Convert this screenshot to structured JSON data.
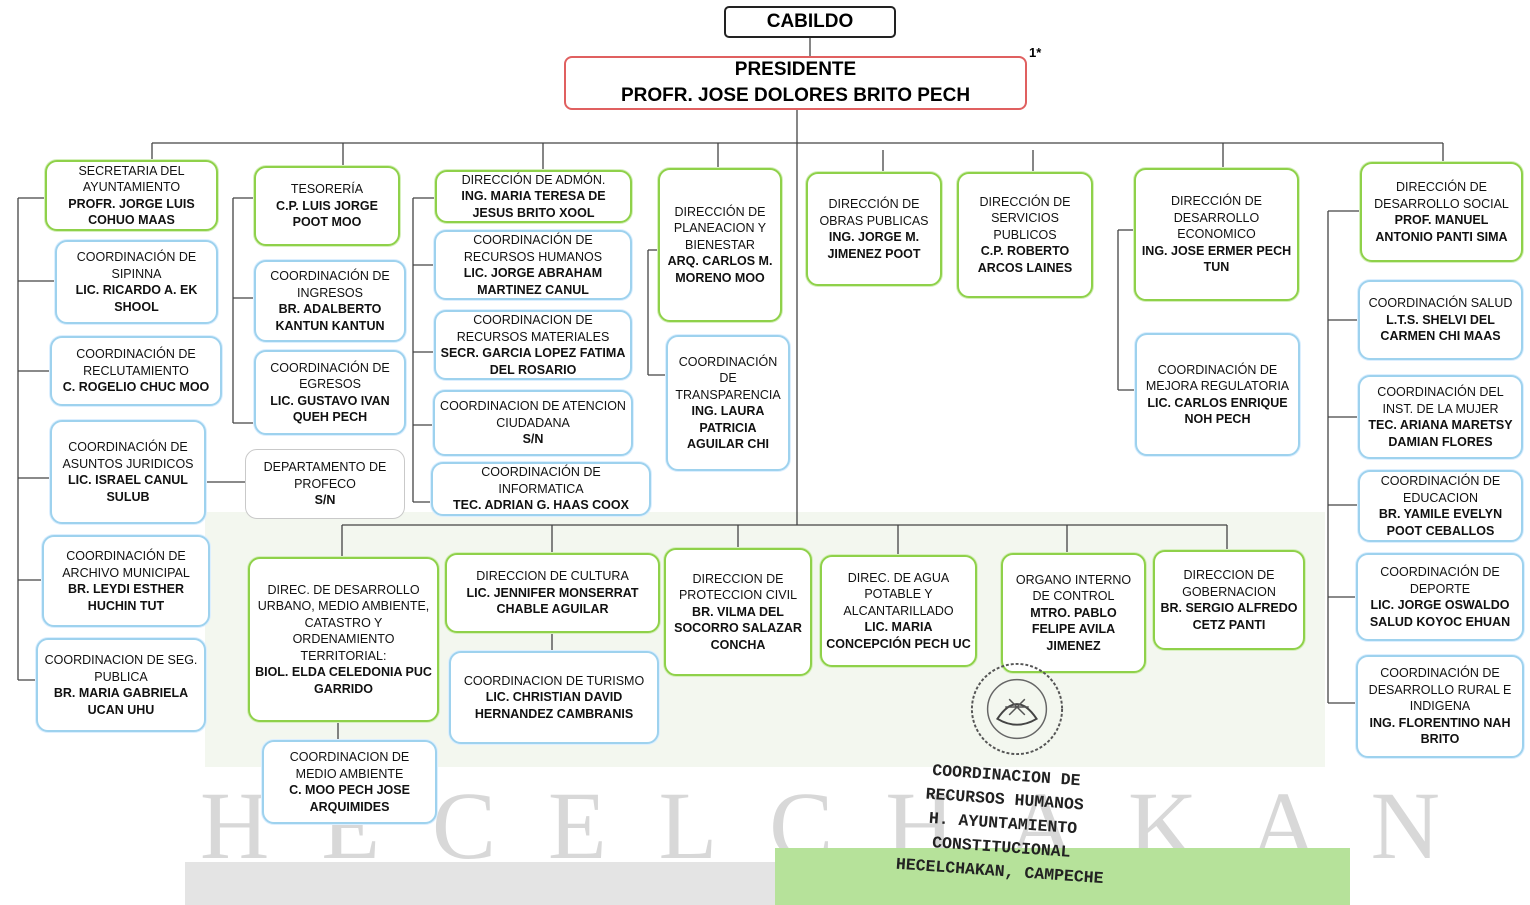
{
  "header": {
    "cabildo": "CABILDO",
    "president_title": "PRESIDENTE",
    "president_name": "PROFR. JOSE DOLORES BRITO PECH",
    "note": "1*"
  },
  "background_text": "HECELCHAKAN",
  "col1": [
    {
      "title": "SECRETARIA DEL AYUNTAMIENTO",
      "name": "PROFR. JORGE LUIS COHUO MAAS"
    },
    {
      "title": "COORDINACIÓN DE SIPINNA",
      "name": "LIC. RICARDO A. EK SHOOL"
    },
    {
      "title": "COORDINACIÓN DE RECLUTAMIENTO",
      "name": "C. ROGELIO CHUC MOO"
    },
    {
      "title": "COORDINACIÓN DE ASUNTOS JURIDICOS",
      "name": "LIC. ISRAEL CANUL SULUB"
    },
    {
      "title": "COORDINACIÓN DE ARCHIVO MUNICIPAL",
      "name": "BR. LEYDI ESTHER HUCHIN TUT"
    },
    {
      "title": "COORDINACION DE SEG. PUBLICA",
      "name": "BR. MARIA GABRIELA UCAN UHU"
    }
  ],
  "col2": [
    {
      "title": "TESORERÍA",
      "name": "C.P. LUIS JORGE POOT MOO"
    },
    {
      "title": "COORDINACIÓN DE INGRESOS",
      "name": "BR. ADALBERTO KANTUN KANTUN"
    },
    {
      "title": "COORDINACIÓN DE EGRESOS",
      "name": "LIC. GUSTAVO IVAN QUEH PECH"
    },
    {
      "title": "DEPARTAMENTO DE PROFECO",
      "name": "S/N"
    }
  ],
  "col3": [
    {
      "title": "DIRECCIÓN DE ADMÓN.",
      "name": "ING. MARIA TERESA DE JESUS BRITO XOOL"
    },
    {
      "title": "COORDINACIÓN DE RECURSOS HUMANOS",
      "name": "LIC. JORGE ABRAHAM MARTINEZ CANUL"
    },
    {
      "title": "COORDINACION DE RECURSOS MATERIALES",
      "name": "SECR. GARCIA LOPEZ FATIMA DEL ROSARIO"
    },
    {
      "title": "COORDINACION DE ATENCION CIUDADANA",
      "name": "S/N"
    },
    {
      "title": "COORDINACIÓN DE INFORMATICA",
      "name": "TEC. ADRIAN G. HAAS COOX"
    }
  ],
  "col4": [
    {
      "title": "DIRECCIÓN DE PLANEACION Y BIENESTAR",
      "name": "ARQ. CARLOS M. MORENO MOO"
    },
    {
      "title": "COORDINACIÓN DE TRANSPARENCIA",
      "name": "ING. LAURA PATRICIA AGUILAR CHI"
    }
  ],
  "col5": [
    {
      "title": "DIRECCIÓN DE OBRAS PUBLICAS",
      "name": "ING. JORGE M. JIMENEZ POOT"
    }
  ],
  "col6": [
    {
      "title": "DIRECCIÓN DE SERVICIOS PUBLICOS",
      "name": "C.P. ROBERTO ARCOS LAINES"
    }
  ],
  "col7": [
    {
      "title": "DIRECCIÓN DE DESARROLLO ECONOMICO",
      "name": "ING. JOSE ERMER PECH TUN"
    },
    {
      "title": "COORDINACIÓN DE MEJORA REGULATORIA",
      "name": "LIC. CARLOS ENRIQUE NOH PECH"
    }
  ],
  "col8": [
    {
      "title": "DIRECCIÓN DE DESARROLLO SOCIAL",
      "name": "PROF. MANUEL ANTONIO PANTI SIMA"
    },
    {
      "title": "COORDINACIÓN SALUD",
      "name": "L.T.S. SHELVI DEL CARMEN CHI MAAS"
    },
    {
      "title": "COORDINACIÓN DEL INST. DE LA MUJER",
      "name": "TEC. ARIANA MARETSY DAMIAN FLORES"
    },
    {
      "title": "COORDINACIÓN DE EDUCACION",
      "name": "BR. YAMILE EVELYN POOT CEBALLOS"
    },
    {
      "title": "COORDINACIÓN DE DEPORTE",
      "name": "LIC. JORGE OSWALDO SALUD KOYOC EHUAN"
    },
    {
      "title": "COORDINACIÓN DE DESARROLLO RURAL E INDIGENA",
      "name": "ING. FLORENTINO NAH BRITO"
    }
  ],
  "bottom": [
    {
      "title": "DIREC. DE DESARROLLO URBANO, MEDIO AMBIENTE, CATASTRO Y ORDENAMIENTO TERRITORIAL:",
      "name": "BIOL. ELDA CELEDONIA PUC GARRIDO"
    },
    {
      "title": "COORDINACION DE MEDIO AMBIENTE",
      "name": "C. MOO PECH JOSE ARQUIMIDES"
    },
    {
      "title": "DIRECCION DE CULTURA",
      "name": "LIC. JENNIFER MONSERRAT CHABLE AGUILAR"
    },
    {
      "title": "COORDINACION DE TURISMO",
      "name": "LIC. CHRISTIAN DAVID HERNANDEZ CAMBRANIS"
    },
    {
      "title": "DIRECCION DE PROTECCION CIVIL",
      "name": "BR. VILMA DEL SOCORRO SALAZAR CONCHA"
    },
    {
      "title": "DIREC. DE AGUA POTABLE Y ALCANTARILLADO",
      "name": "LIC. MARIA CONCEPCIÓN PECH UC"
    },
    {
      "title": "ORGANO INTERNO DE CONTROL",
      "name": "MTRO. PABLO FELIPE AVILA JIMENEZ"
    },
    {
      "title": "DIRECCION DE GOBERNACION",
      "name": "BR. SERGIO ALFREDO CETZ PANTI"
    }
  ],
  "stamp": [
    "COORDINACION DE",
    "RECURSOS HUMANOS",
    "H. AYUNTAMIENTO",
    "CONSTITUCIONAL",
    "HECELCHAKAN, CAMPECHE"
  ]
}
